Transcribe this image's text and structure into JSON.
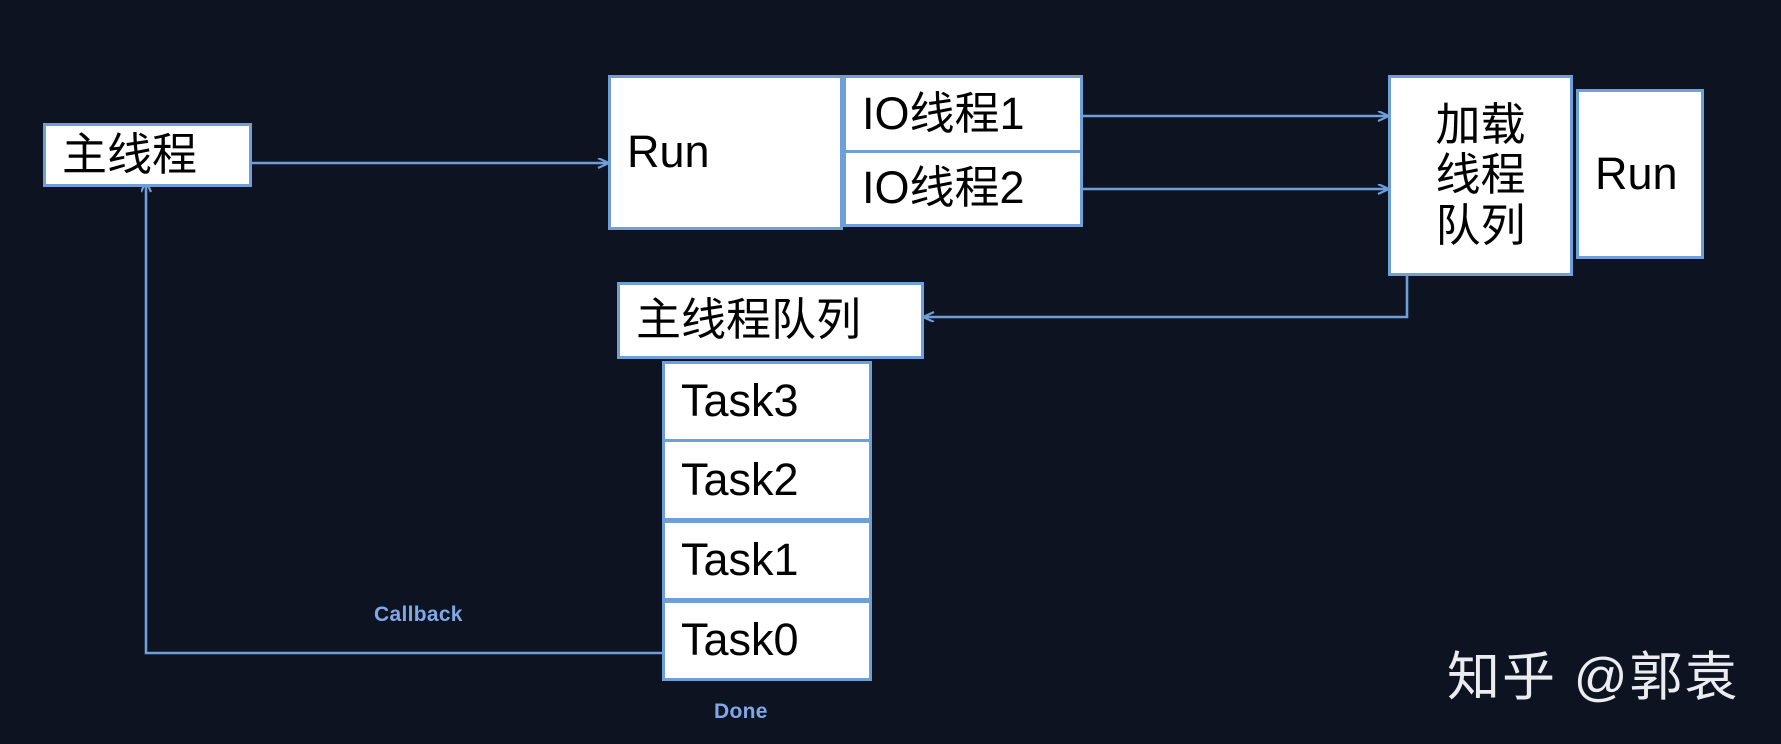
{
  "diagram": {
    "title": "Thread / task queue scheduling diagram",
    "background_color": "#0d1321",
    "node_fill": "#ffffff",
    "node_border": "#6f9fd8",
    "edge_color": "#6f9fd8",
    "label_color": "#7fa8e8",
    "nodes": {
      "main_thread": "主线程",
      "run_left": "Run",
      "io_thread_1": "IO线程1",
      "io_thread_2": "IO线程2",
      "loading_thread_queue": "加载\n线程\n队列",
      "run_right": "Run",
      "main_thread_queue": "主线程队列",
      "task3": "Task3",
      "task2": "Task2",
      "task1": "Task1",
      "task0": "Task0"
    },
    "edge_labels": {
      "callback": "Callback",
      "done": "Done"
    }
  },
  "watermark": {
    "text": "知乎 @郭袁"
  }
}
